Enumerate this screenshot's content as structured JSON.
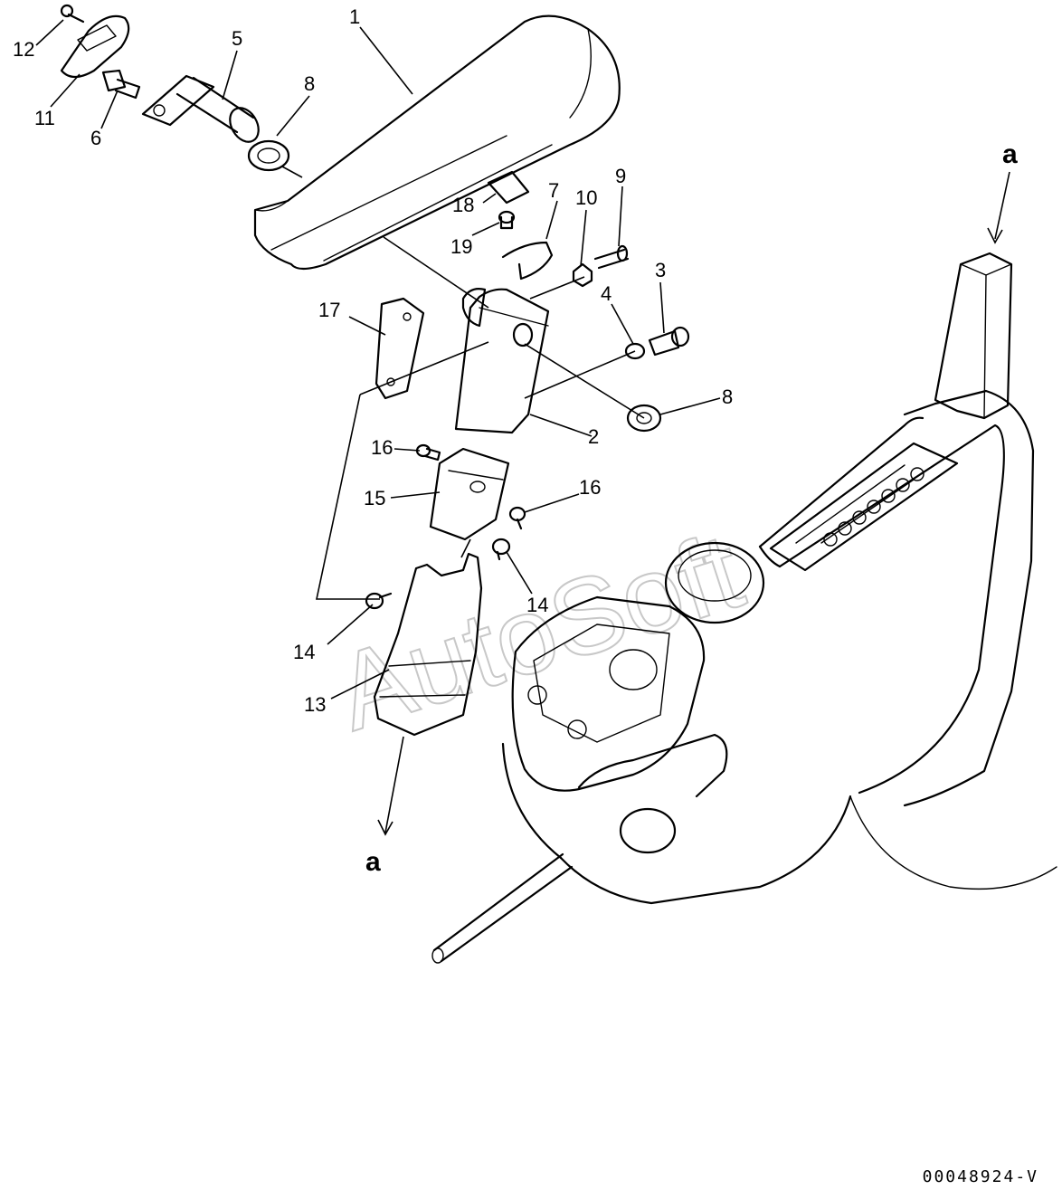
{
  "watermark": "AutoSoft",
  "drawing_code": "00048924-V",
  "view_marker": "a",
  "callouts": [
    "1",
    "2",
    "3",
    "4",
    "5",
    "6",
    "7",
    "8",
    "8",
    "9",
    "10",
    "11",
    "12",
    "13",
    "14",
    "14",
    "15",
    "16",
    "16",
    "17",
    "18",
    "19"
  ]
}
